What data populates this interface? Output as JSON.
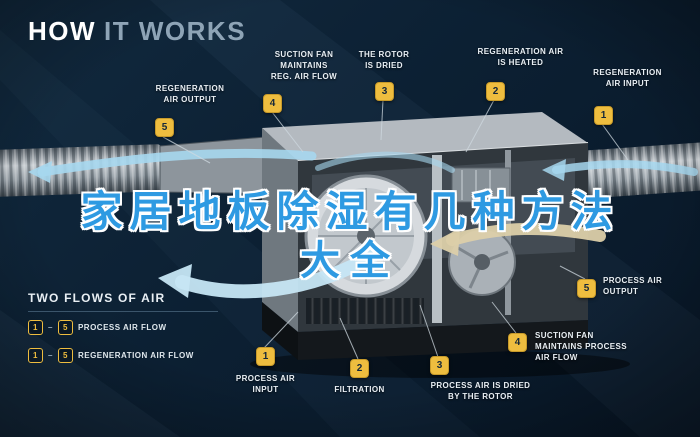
{
  "title": {
    "part1": "HOW",
    "part2": "IT WORKS"
  },
  "overlay": {
    "line1": "家居地板除湿有几种方法",
    "line2": "大全"
  },
  "callouts": [
    {
      "num": "5",
      "label": "REGENERATION\nAIR OUTPUT"
    },
    {
      "num": "4",
      "label": "SUCTION FAN\nMAINTAINS\nREG. AIR FLOW"
    },
    {
      "num": "3",
      "label": "THE ROTOR\nIS DRIED"
    },
    {
      "num": "2",
      "label": "REGENERATION AIR\nIS HEATED"
    },
    {
      "num": "1",
      "label": "REGENERATION\nAIR INPUT"
    },
    {
      "num": "5",
      "label": "PROCESS AIR\nOUTPUT"
    },
    {
      "num": "4",
      "label": "SUCTION FAN\nMAINTAINS PROCESS\nAIR FLOW"
    },
    {
      "num": "3",
      "label": "PROCESS AIR IS DRIED\nBY THE ROTOR"
    },
    {
      "num": "2",
      "label": "FILTRATION"
    },
    {
      "num": "1",
      "label": "PROCESS AIR\nINPUT"
    }
  ],
  "legend": {
    "title": "TWO FLOWS OF AIR",
    "separator": "–",
    "rows": [
      {
        "from": "1",
        "to": "5",
        "label": "PROCESS AIR FLOW"
      },
      {
        "from": "1",
        "to": "5",
        "label": "REGENERATION AIR FLOW"
      }
    ]
  },
  "colors": {
    "background": "#0c2033",
    "accent": "#eebd3f",
    "label_text": "#e9eff4",
    "overlay_blue": "#2e9ae2",
    "flow_blue": "#a6d7ee",
    "flow_tan": "#dccfa9"
  }
}
